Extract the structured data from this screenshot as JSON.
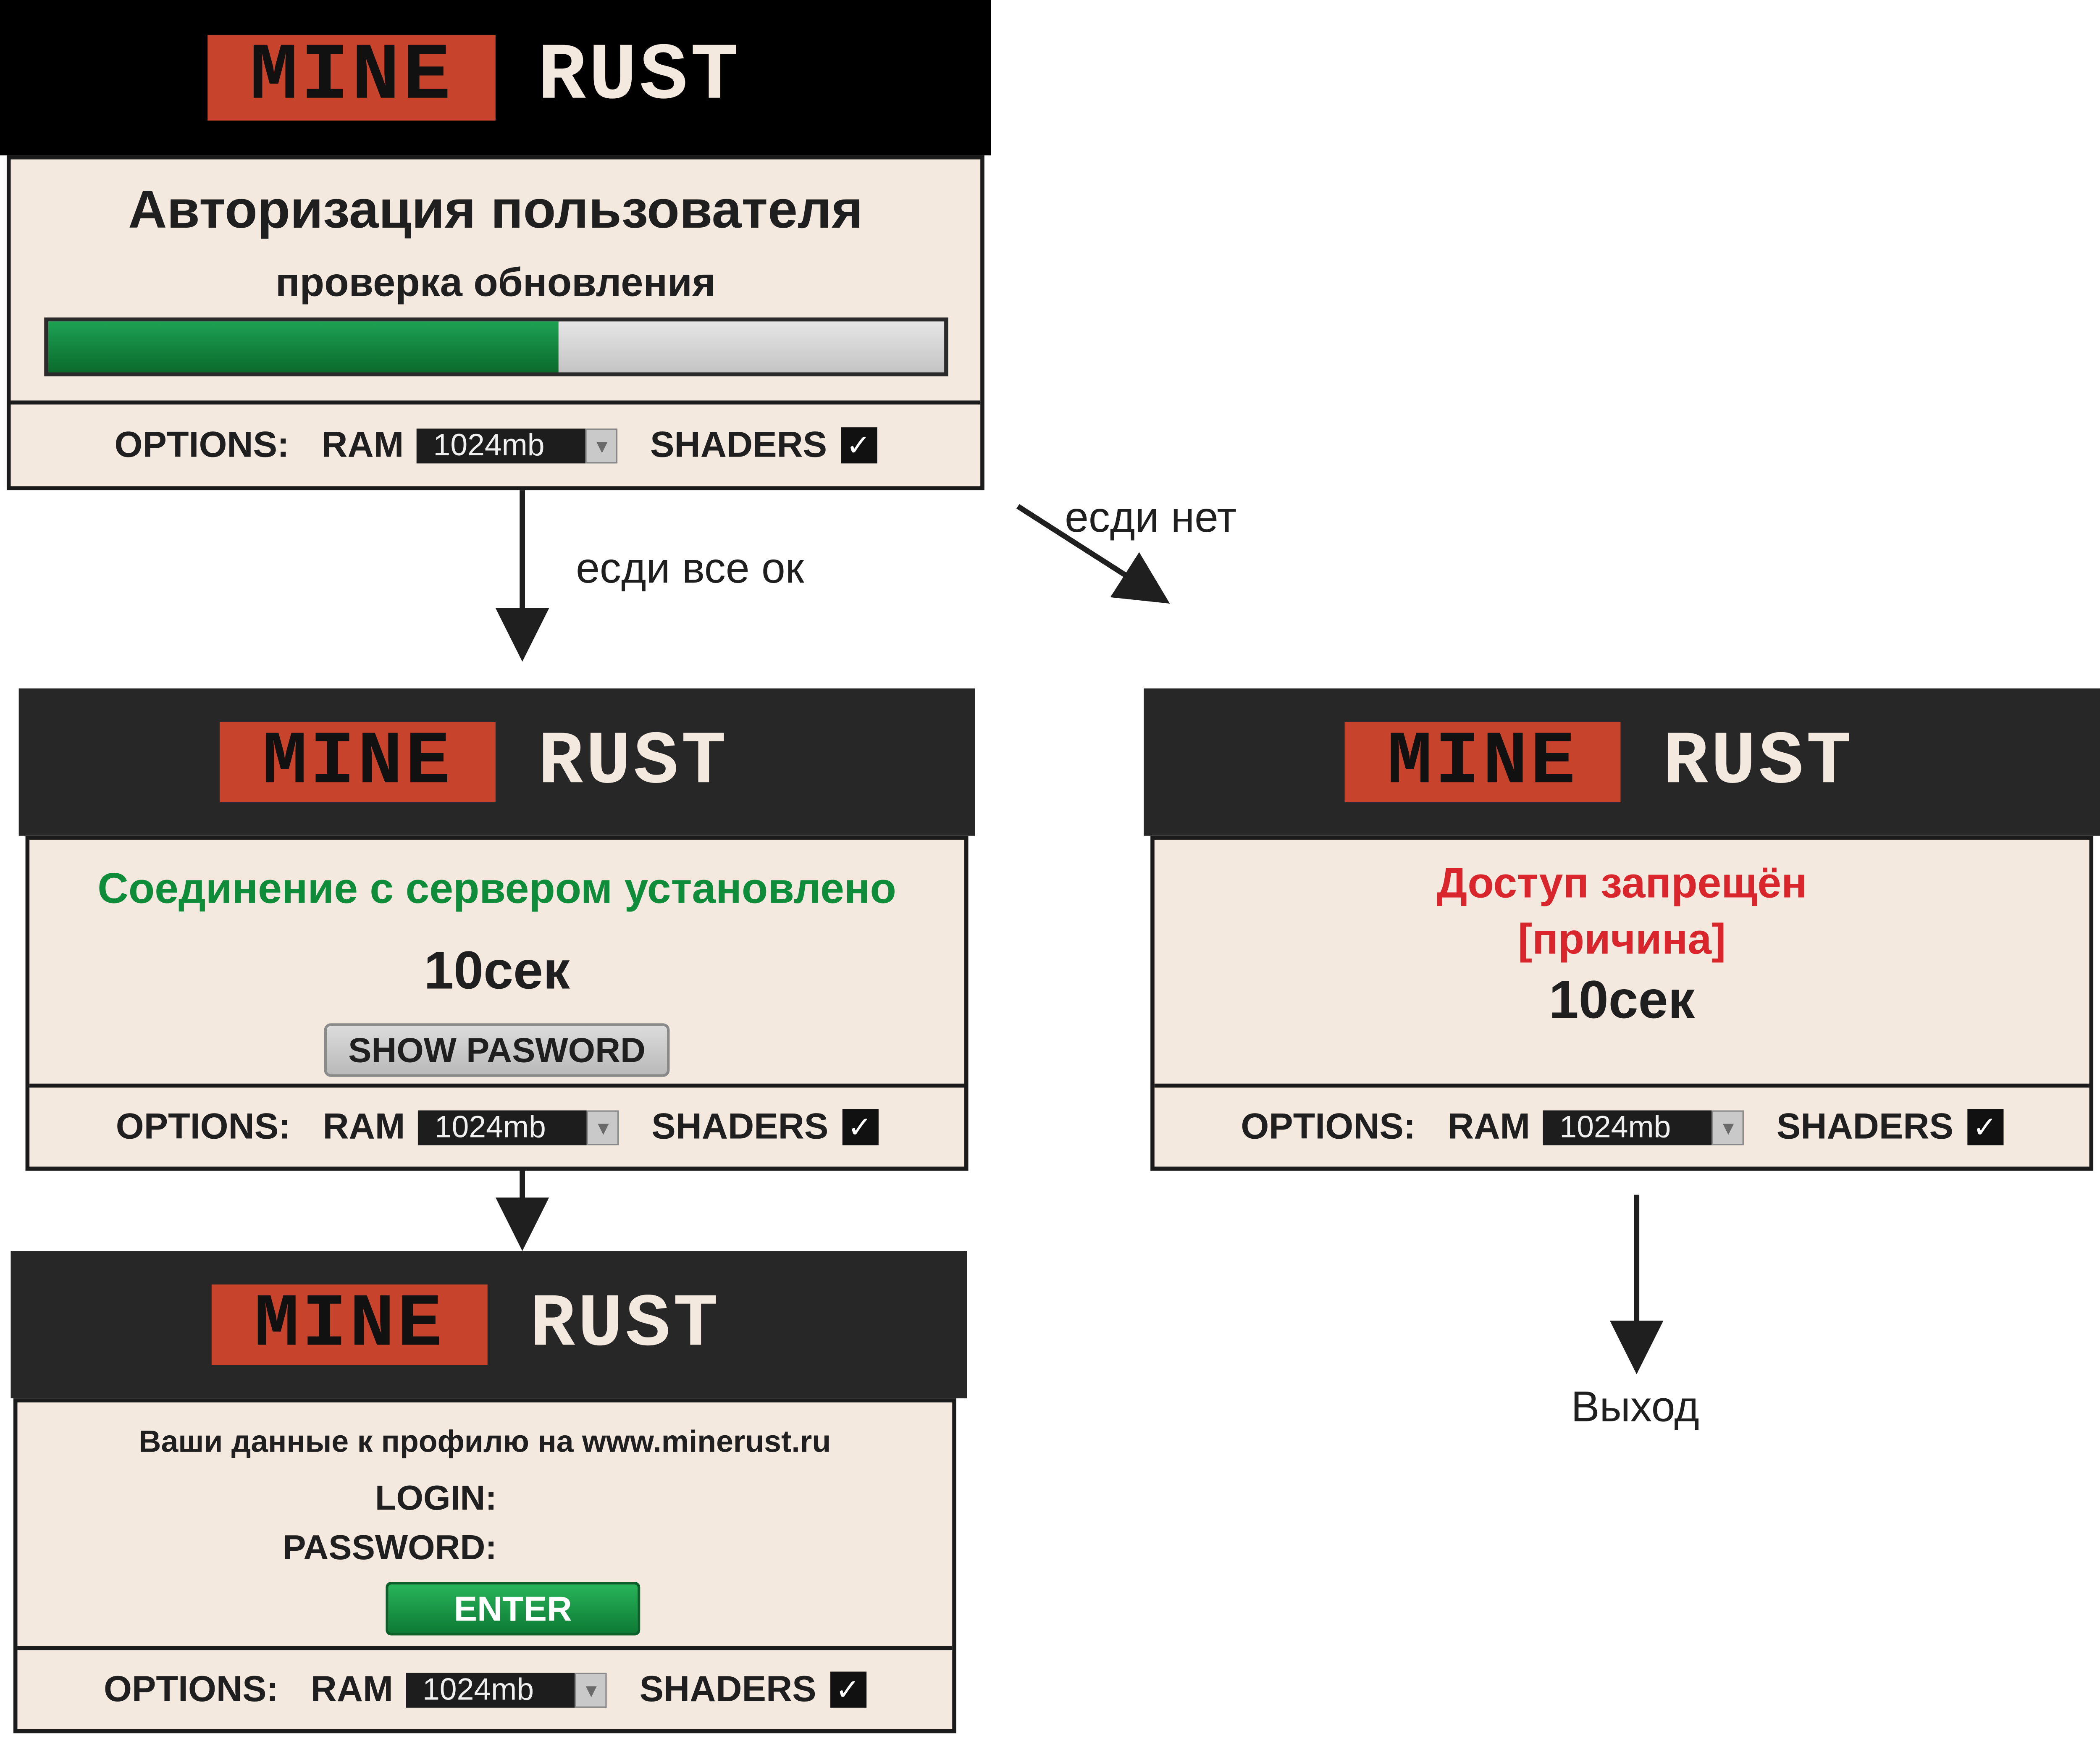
{
  "logo": {
    "part1": "MINE",
    "part2": "RUST"
  },
  "colors": {
    "accent_red": "#c8432b",
    "header_bg": "#272727",
    "panel_bg": "#f3e9df",
    "success_green": "#0f8c3a",
    "error_red": "#d9262c"
  },
  "icons": {
    "checkbox": "checkmark-icon",
    "dropdown": "triangle-down-icon"
  },
  "options": {
    "label": "OPTIONS:",
    "ram_label": "RAM",
    "ram_value": "1024mb",
    "shaders_label": "SHADERS",
    "check": "✓",
    "arrow": "▼"
  },
  "screen1": {
    "title": "Авторизация пользователя",
    "subtitle": "проверка обновления",
    "progress": 0.57
  },
  "screen2": {
    "status": "Соединение с сервером установлено",
    "timer": "10сек",
    "button": "SHOW PASWORD"
  },
  "screen3": {
    "status": "Доступ запрещён",
    "reason": "[причина]",
    "timer": "10сек"
  },
  "screen4": {
    "info": "Ваши данные к профилю на  www.minerust.ru",
    "login_label": "LOGIN:",
    "password_label": "PASSWORD:",
    "button": "ENTER"
  },
  "flow": {
    "ok_label": "есди все ок",
    "no_label": "есди нет",
    "exit_label": "Выход"
  }
}
